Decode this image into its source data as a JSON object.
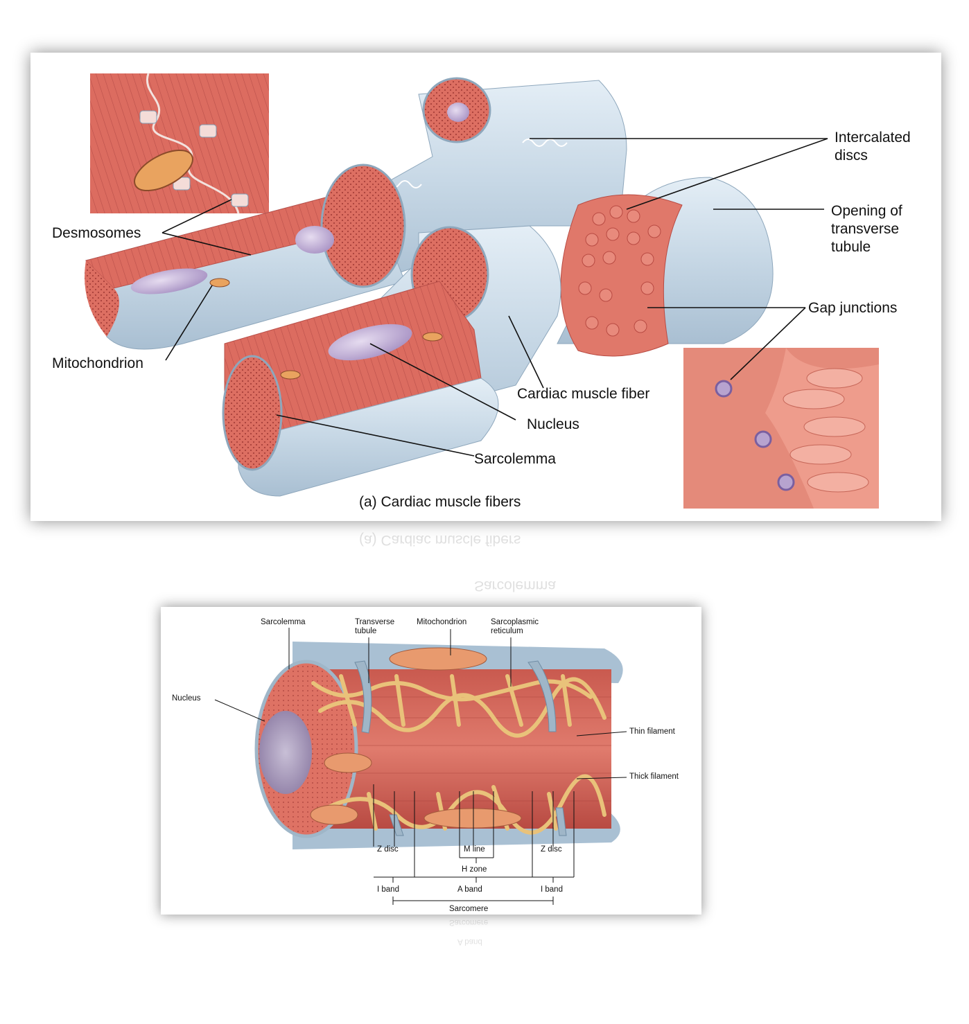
{
  "figure_a": {
    "caption": "(a) Cardiac muscle fibers",
    "labels": {
      "intercalated_discs": "Intercalated\ndiscs",
      "opening_of_transverse_tubule": "Opening of\ntransverse\ntubule",
      "gap_junctions": "Gap junctions",
      "desmosomes": "Desmosomes",
      "mitochondrion": "Mitochondrion",
      "cardiac_muscle_fiber": "Cardiac muscle fiber",
      "nucleus": "Nucleus",
      "sarcolemma": "Sarcolemma"
    }
  },
  "figure_b": {
    "labels": {
      "sarcolemma": "Sarcolemma",
      "transverse_tubule": "Transverse\ntubule",
      "mitochondrion": "Mitochondrion",
      "sarcoplasmic_reticulum": "Sarcoplasmic\nreticulum",
      "nucleus": "Nucleus",
      "thin_filament": "Thin filament",
      "thick_filament": "Thick filament",
      "z_disc_left": "Z disc",
      "m_line": "M line",
      "z_disc_right": "Z disc",
      "h_zone": "H zone",
      "i_band_left": "I band",
      "a_band": "A band",
      "i_band_right": "I band",
      "sarcomere": "Sarcomere"
    }
  },
  "colors": {
    "muscle": "#d9675a",
    "muscle_dark": "#b84a42",
    "sarcolemma": "#c9d9e6",
    "nucleus": "#b7a3cf",
    "reticulum": "#e9c27a",
    "mitochondrion": "#e89a6e"
  }
}
